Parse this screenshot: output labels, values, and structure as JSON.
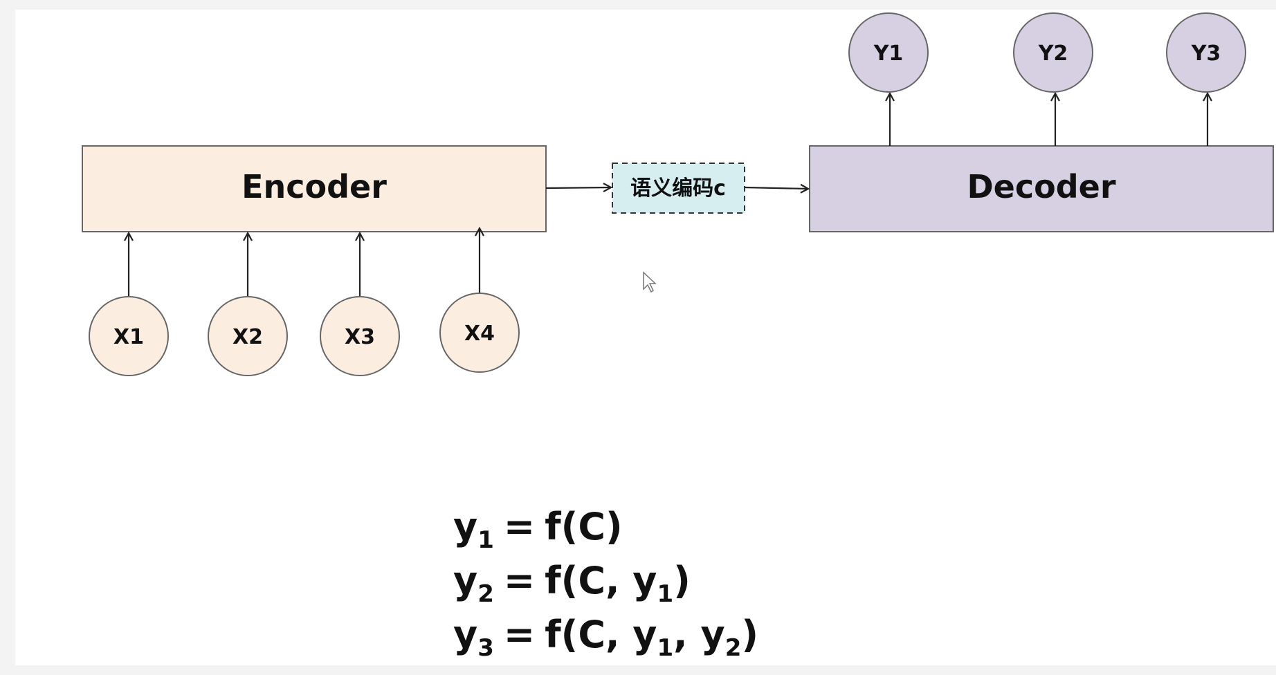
{
  "diagram": {
    "encoder_label": "Encoder",
    "decoder_label": "Decoder",
    "context_label": "语义编码c",
    "inputs": [
      "X1",
      "X2",
      "X3",
      "X4"
    ],
    "outputs": [
      "Y1",
      "Y2",
      "Y3"
    ],
    "colors": {
      "encoder_fill": "#fbeee1",
      "decoder_fill": "#d7d0e2",
      "context_fill": "#d7eef1",
      "input_node_fill": "#fbeee1",
      "output_node_fill": "#d7d0e2",
      "stroke": "#555555",
      "background": "#f3f3f3",
      "panel": "#ffffff"
    }
  },
  "equations": [
    {
      "lhs_var": "y",
      "lhs_sub": "1",
      "fn": "f(",
      "args": [
        {
          "t": "C"
        }
      ],
      "close": ")"
    },
    {
      "lhs_var": "y",
      "lhs_sub": "2",
      "fn": "f(",
      "args": [
        {
          "t": "C"
        },
        {
          "t": "y",
          "sub": "1"
        }
      ],
      "close": ")"
    },
    {
      "lhs_var": "y",
      "lhs_sub": "3",
      "fn": "f(",
      "args": [
        {
          "t": "C"
        },
        {
          "t": "y",
          "sub": "1"
        },
        {
          "t": "y",
          "sub": "2"
        }
      ],
      "close": ")"
    }
  ]
}
